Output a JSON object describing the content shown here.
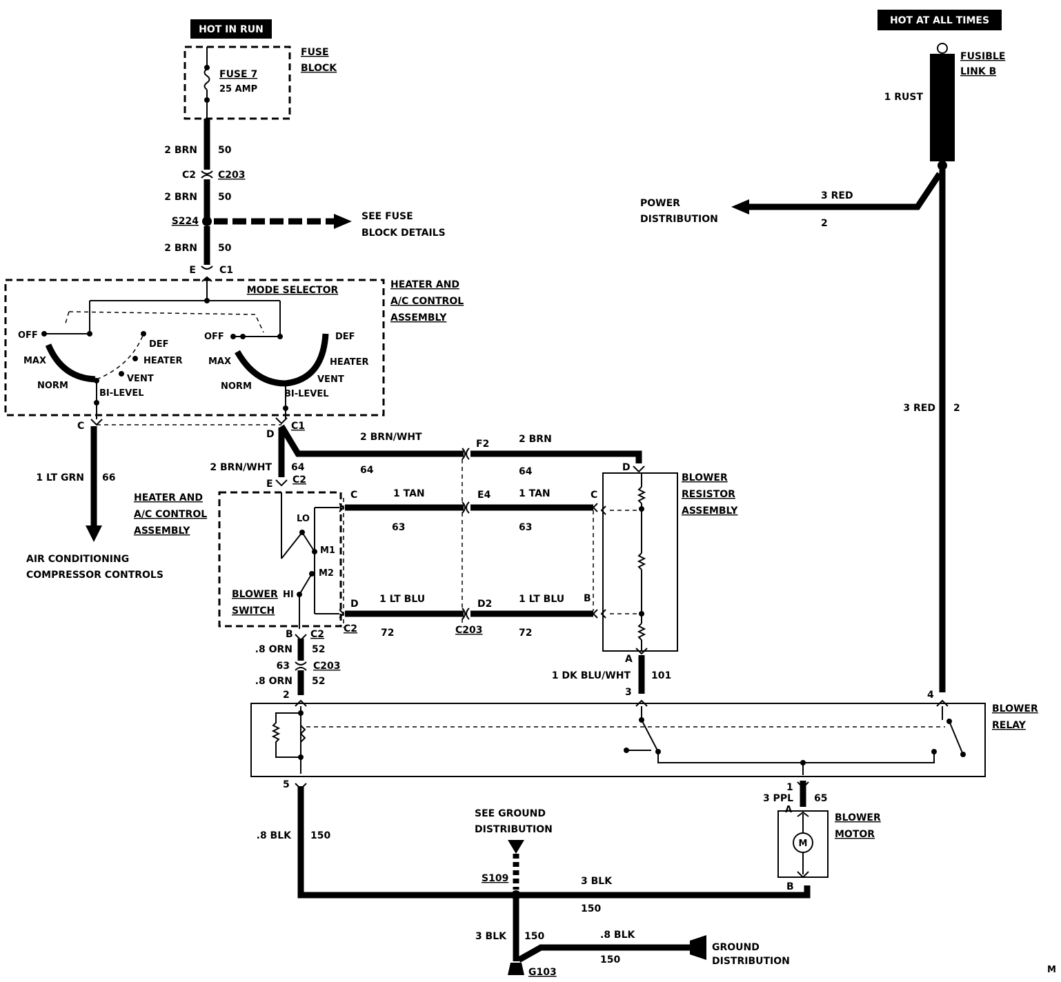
{
  "labels": {
    "hot_in_run": "HOT IN RUN",
    "hot_at_all_times": "HOT AT ALL TIMES",
    "fuse_block_1": "FUSE",
    "fuse_block_2": "BLOCK",
    "fuse7_1": "FUSE 7",
    "fuse7_2": "25 AMP",
    "fusible_link_1": "FUSIBLE",
    "fusible_link_2": "LINK B",
    "rust": "1 RUST",
    "w_2brn_a": "2 BRN",
    "w_50_a": "50",
    "c2_a": "C2",
    "c203_a": "C203",
    "w_2brn_b": "2 BRN",
    "w_50_b": "50",
    "s224": "S224",
    "see_fuse_1": "SEE FUSE",
    "see_fuse_2": "BLOCK DETAILS",
    "w_2brn_c": "2 BRN",
    "w_50_c": "50",
    "pin_e": "E",
    "c1_a": "C1",
    "power_dist_1": "POWER",
    "power_dist_2": "DISTRIBUTION",
    "w_3red_a": "3 RED",
    "w_2_a": "2",
    "mode_selector": "MODE SELECTOR",
    "hac_1": "HEATER AND",
    "hac_2": "A/C CONTROL",
    "hac_3": "ASSEMBLY",
    "off_l": "OFF",
    "max_l": "MAX",
    "norm_l": "NORM",
    "bilevel_l": "BI-LEVEL",
    "vent_l": "VENT",
    "heater_l": "HEATER",
    "def_l": "DEF",
    "off_r": "OFF",
    "max_r": "MAX",
    "norm_r": "NORM",
    "bilevel_r": "BI-LEVEL",
    "vent_r": "VENT",
    "heater_r": "HEATER",
    "def_r": "DEF",
    "pin_c": "C",
    "pin_d": "D",
    "c1_b": "C1",
    "w_ltgrn": "1 LT GRN",
    "w_66": "66",
    "ac_comp_1": "AIR CONDITIONING",
    "ac_comp_2": "COMPRESSOR CONTROLS",
    "w_2brnwht_a": "2 BRN/WHT",
    "w_64_a": "64",
    "w_2brnwht_b": "2 BRN/WHT",
    "w_64_b": "64",
    "pin_f2": "F2",
    "w_2brn_d": "2 BRN",
    "w_64_c": "64",
    "pin_e2": "E",
    "c2_b": "C2",
    "hac2_1": "HEATER AND",
    "hac2_2": "A/C CONTROL",
    "hac2_3": "ASSEMBLY",
    "pin_c2": "C",
    "w_1tan_a": "1 TAN",
    "w_63_a": "63",
    "pin_e4": "E4",
    "w_1tan_b": "1 TAN",
    "w_63_b": "63",
    "pin_c3": "C",
    "pin_d2": "D",
    "w_1ltblu_a": "1 LT BLU",
    "w_72_a": "72",
    "pin_d2b": "D2",
    "w_1ltblu_b": "1 LT BLU",
    "w_72_b": "72",
    "pin_b": "B",
    "c2_c": "C2",
    "c203_b": "C203",
    "blower_switch_1": "BLOWER",
    "blower_switch_2": "SWITCH",
    "sw_lo": "LO",
    "sw_m1": "M1",
    "sw_m2": "M2",
    "sw_hi": "HI",
    "pin_b2": "B",
    "c2_d": "C2",
    "w_8orn_a": ".8 ORN",
    "w_52_a": "52",
    "pin_63": "63",
    "c203_c": "C203",
    "w_8orn_b": ".8 ORN",
    "w_52_b": "52",
    "pin_d3": "D",
    "blower_res_1": "BLOWER",
    "blower_res_2": "RESISTOR",
    "blower_res_3": "ASSEMBLY",
    "pin_a": "A",
    "w_dkbluwht": "1 DK BLU/WHT",
    "w_101": "101",
    "pin_3": "3",
    "w_3red_b": "3 RED",
    "w_2_b": "2",
    "pin_2": "2",
    "pin_4": "4",
    "blower_relay_1": "BLOWER",
    "blower_relay_2": "RELAY",
    "pin_5": "5",
    "w_8blk_a": ".8 BLK",
    "w_150_a": "150",
    "see_ground_1": "SEE GROUND",
    "see_ground_2": "DISTRIBUTION",
    "s109": "S109",
    "w_3blk_a": "3 BLK",
    "w_150_b": "150",
    "pin_1": "1",
    "w_3ppl": "3 PPL",
    "w_65": "65",
    "pin_a2": "A",
    "blower_motor_1": "BLOWER",
    "blower_motor_2": "MOTOR",
    "motor_m": "M",
    "pin_b3": "B",
    "w_3blk_b": "3 BLK",
    "w_150_c": "150",
    "w_8blk_b": ".8 BLK",
    "w_150_d": "150",
    "ground_dist_1": "GROUND",
    "ground_dist_2": "DISTRIBUTION",
    "g103": "G103",
    "corner_mark": "M"
  }
}
